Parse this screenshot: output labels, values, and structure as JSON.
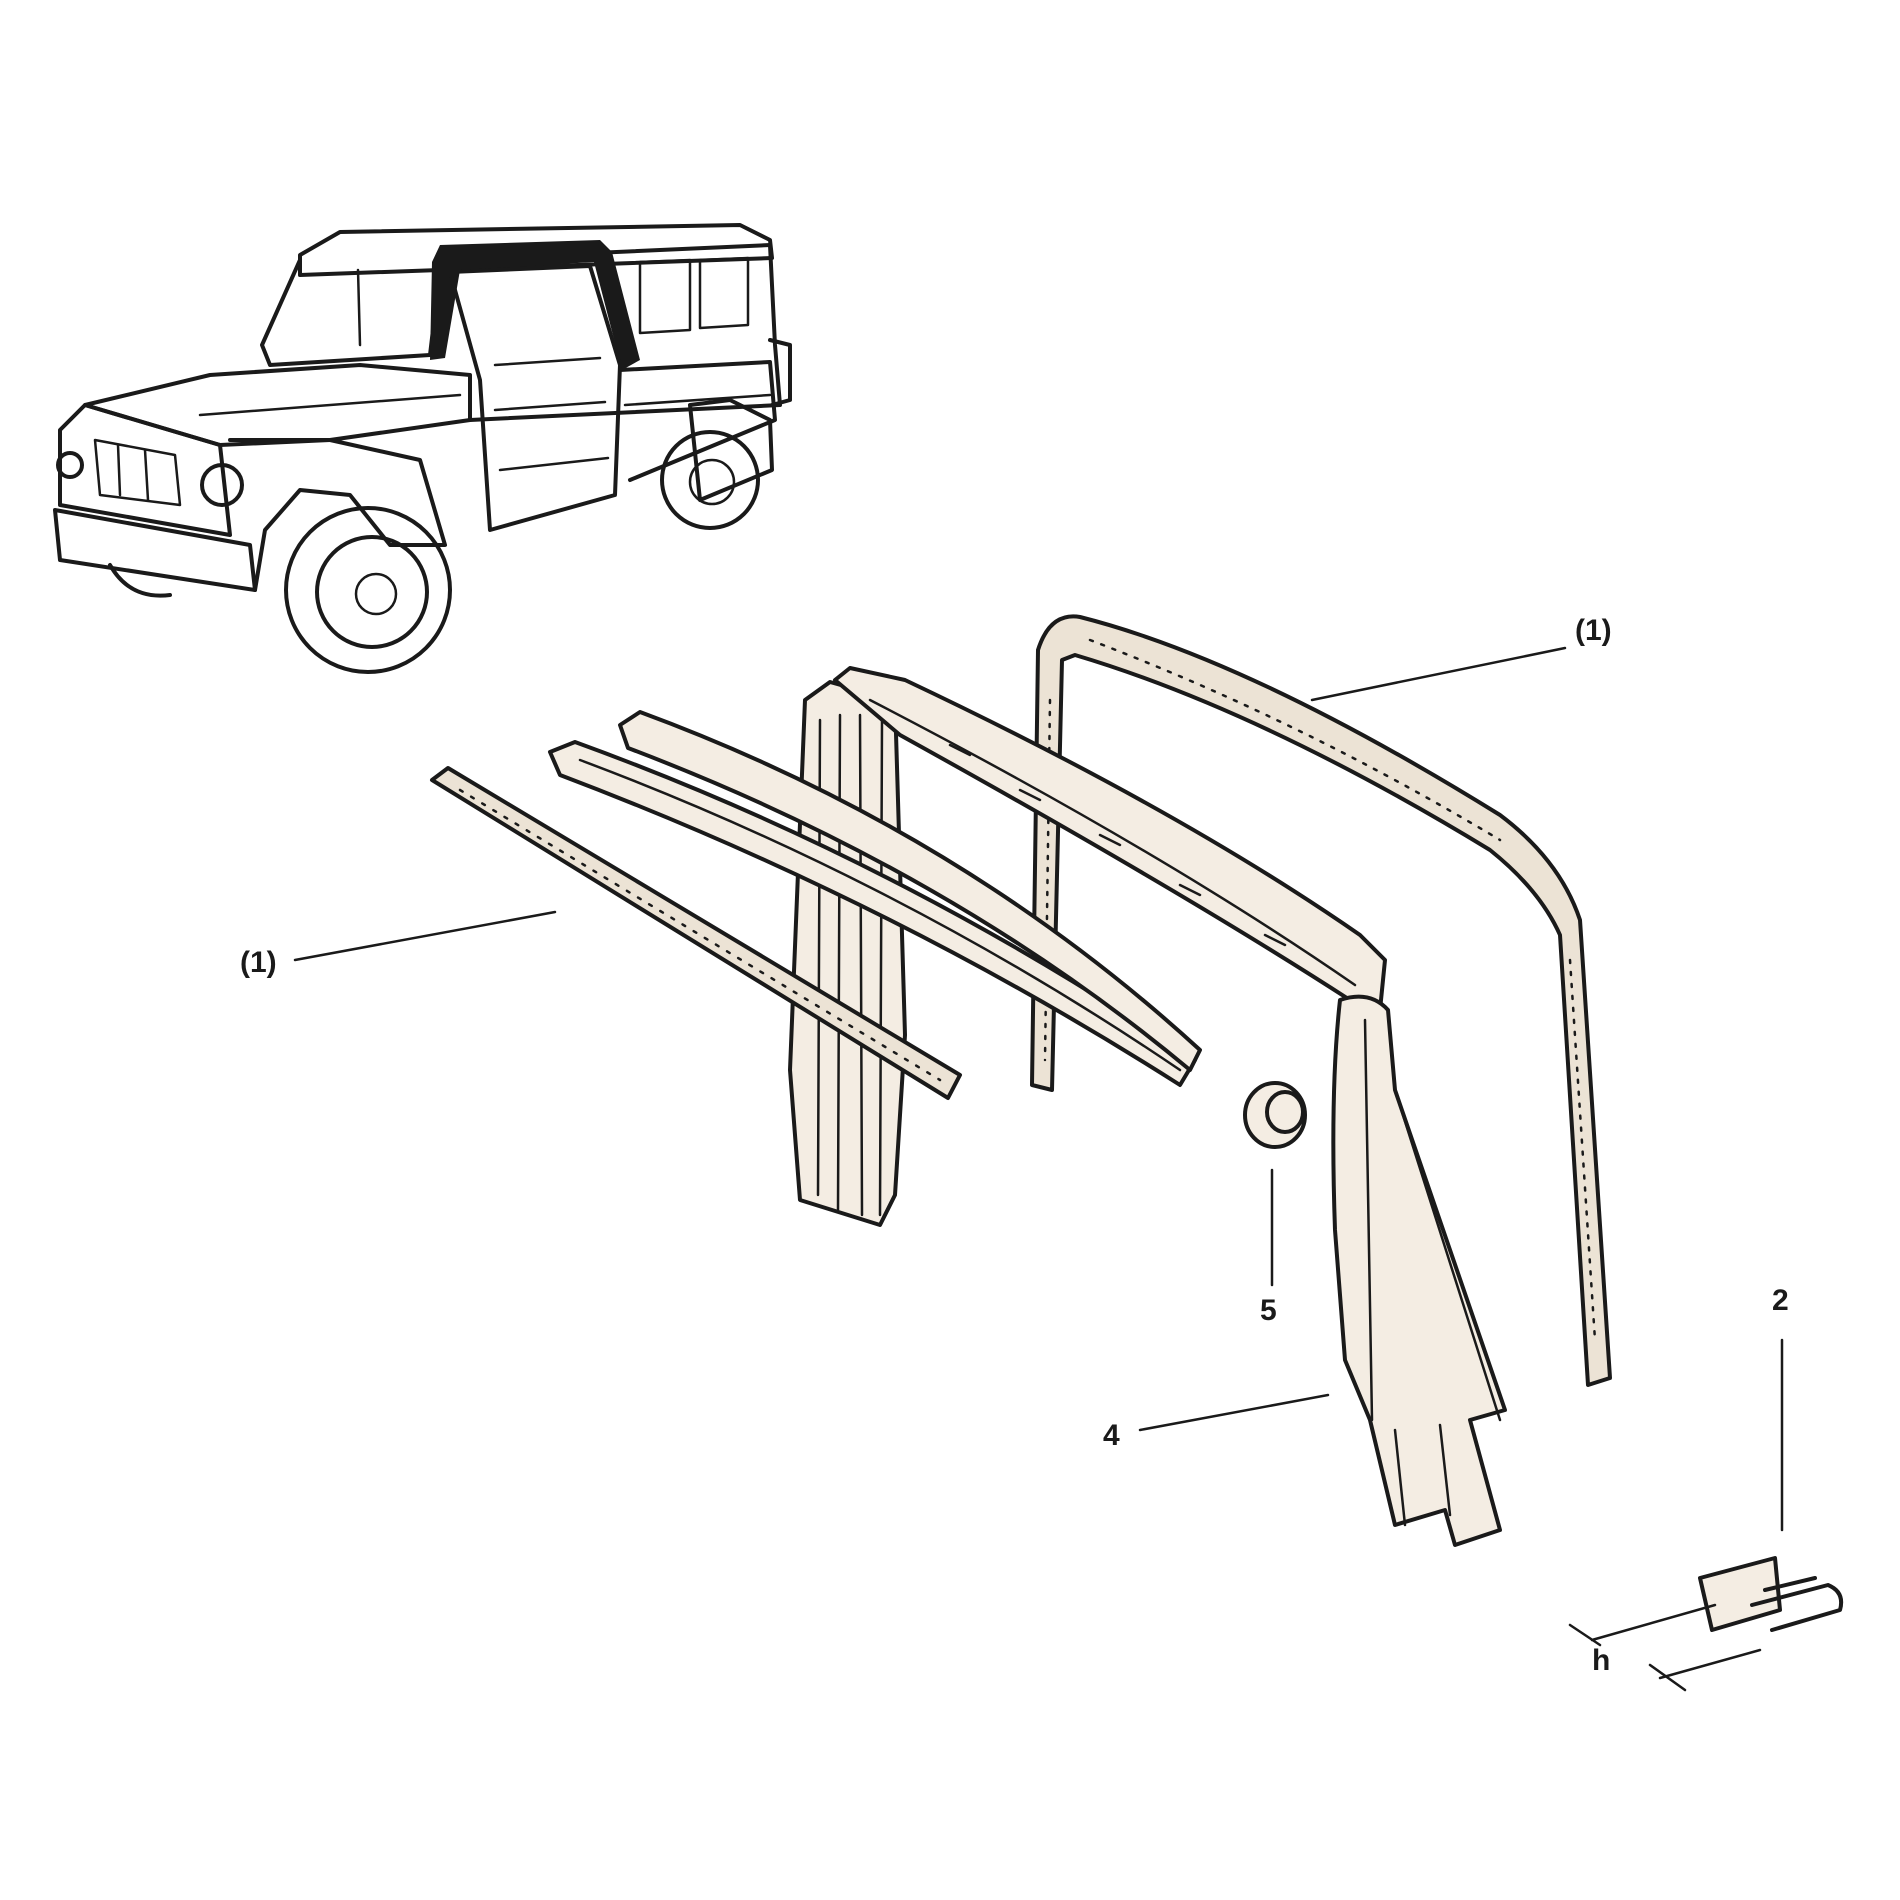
{
  "callouts": {
    "upper_seal": "(1)",
    "left_seal": "(1)",
    "clip": "2",
    "post": "4",
    "grommet": "5",
    "dimension": "h"
  },
  "colors": {
    "line": "#1a1a1a",
    "part_fill": "#f4ede3",
    "background": "#ffffff"
  }
}
